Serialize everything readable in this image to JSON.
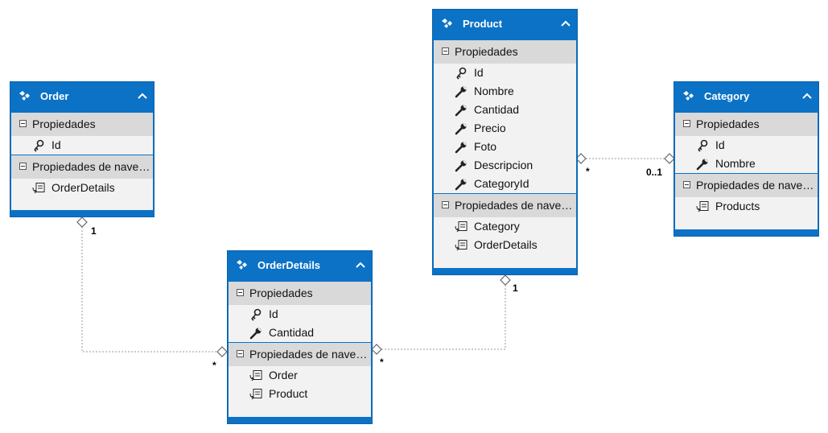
{
  "entities": {
    "order": {
      "title": "Order",
      "sections": {
        "props": {
          "label": "Propiedades",
          "items": [
            {
              "label": "Id",
              "icon": "key-icon"
            }
          ]
        },
        "nav": {
          "label": "Propiedades de navegación",
          "items": [
            {
              "label": "OrderDetails",
              "icon": "navigation-property-icon"
            }
          ]
        }
      }
    },
    "orderdetails": {
      "title": "OrderDetails",
      "sections": {
        "props": {
          "label": "Propiedades",
          "items": [
            {
              "label": "Id",
              "icon": "key-icon"
            },
            {
              "label": "Cantidad",
              "icon": "wrench-icon"
            }
          ]
        },
        "nav": {
          "label": "Propiedades de navegación",
          "items": [
            {
              "label": "Order",
              "icon": "navigation-property-icon"
            },
            {
              "label": "Product",
              "icon": "navigation-property-icon"
            }
          ]
        }
      }
    },
    "product": {
      "title": "Product",
      "sections": {
        "props": {
          "label": "Propiedades",
          "items": [
            {
              "label": "Id",
              "icon": "key-icon"
            },
            {
              "label": "Nombre",
              "icon": "wrench-icon"
            },
            {
              "label": "Cantidad",
              "icon": "wrench-icon"
            },
            {
              "label": "Precio",
              "icon": "wrench-icon"
            },
            {
              "label": "Foto",
              "icon": "wrench-icon"
            },
            {
              "label": "Descripcion",
              "icon": "wrench-icon"
            },
            {
              "label": "CategoryId",
              "icon": "wrench-icon"
            }
          ]
        },
        "nav": {
          "label": "Propiedades de navegación",
          "items": [
            {
              "label": "Category",
              "icon": "navigation-property-icon"
            },
            {
              "label": "OrderDetails",
              "icon": "navigation-property-icon"
            }
          ]
        }
      }
    },
    "category": {
      "title": "Category",
      "sections": {
        "props": {
          "label": "Propiedades",
          "items": [
            {
              "label": "Id",
              "icon": "key-icon"
            },
            {
              "label": "Nombre",
              "icon": "wrench-icon"
            }
          ]
        },
        "nav": {
          "label": "Propiedades de navegación",
          "items": [
            {
              "label": "Products",
              "icon": "navigation-property-icon"
            }
          ]
        }
      }
    }
  },
  "associations": {
    "order_orderdetails": {
      "from": "1",
      "to": "*"
    },
    "product_orderdetails": {
      "from": "1",
      "to": "*"
    },
    "product_category": {
      "from": "*",
      "to": "0..1"
    }
  },
  "colors": {
    "header": "#0b72c6",
    "section": "#d9d9d9",
    "body": "#f2f2f2",
    "connector": "#999999"
  }
}
